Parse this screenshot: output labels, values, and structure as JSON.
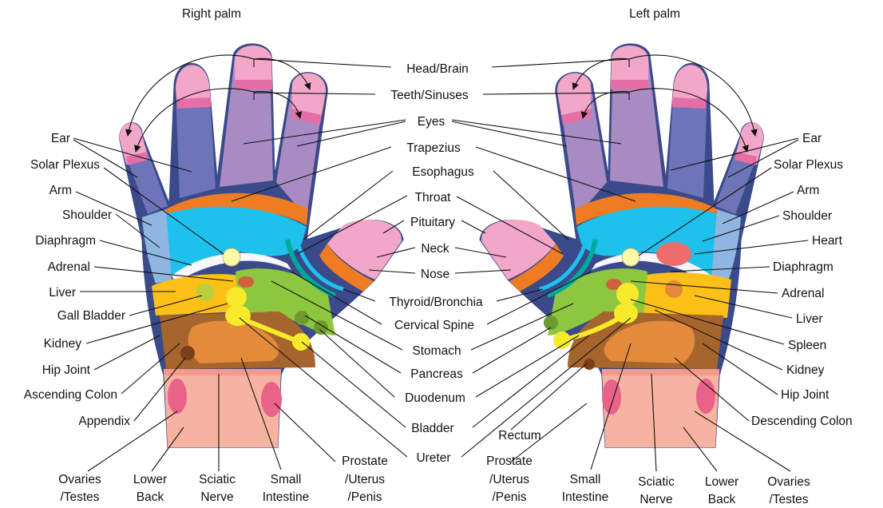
{
  "titles": {
    "right": "Right palm",
    "left": "Left palm"
  },
  "center": {
    "head_brain": "Head/Brain",
    "teeth_sinuses": "Teeth/Sinuses",
    "eyes": "Eyes",
    "trapezius": "Trapezius",
    "esophagus": "Esophagus",
    "throat": "Throat",
    "pituitary": "Pituitary",
    "neck": "Neck",
    "nose": "Nose",
    "thyroid": "Thyroid/Bronchia",
    "cervical": "Cervical Spine",
    "stomach": "Stomach",
    "pancreas": "Pancreas",
    "duodenum": "Duodenum",
    "bladder": "Bladder",
    "ureter": "Ureter",
    "rectum": "Rectum"
  },
  "right_side": {
    "ear": "Ear",
    "solar_plexus": "Solar Plexus",
    "arm": "Arm",
    "shoulder": "Shoulder",
    "diaphragm": "Diaphragm",
    "adrenal": "Adrenal",
    "liver": "Liver",
    "gall_bladder": "Gall Bladder",
    "kidney": "Kidney",
    "hip_joint": "Hip Joint",
    "ascending_colon": "Ascending Colon",
    "appendix": "Appendix"
  },
  "left_side": {
    "ear": "Ear",
    "solar_plexus": "Solar Plexus",
    "arm": "Arm",
    "shoulder": "Shoulder",
    "heart": "Heart",
    "diaphragm": "Diaphragm",
    "adrenal": "Adrenal",
    "liver": "Liver",
    "spleen": "Spleen",
    "kidney": "Kidney",
    "hip_joint": "Hip Joint",
    "descending_colon": "Descending Colon"
  },
  "bottom_right_palm": {
    "ovaries_1": "Ovaries",
    "ovaries_2": "/Testes",
    "lower_back_1": "Lower",
    "lower_back_2": "Back",
    "sciatic_1": "Sciatic",
    "sciatic_2": "Nerve",
    "small_int_1": "Small",
    "small_int_2": "Intestine",
    "prostate_1": "Prostate",
    "prostate_2": "/Uterus",
    "prostate_3": "/Penis"
  },
  "bottom_left_palm": {
    "prostate_1": "Prostate",
    "prostate_2": "/Uterus",
    "prostate_3": "/Penis",
    "small_int_1": "Small",
    "small_int_2": "Intestine",
    "sciatic_1": "Sciatic",
    "sciatic_2": "Nerve",
    "lower_back_1": "Lower",
    "lower_back_2": "Back",
    "ovaries_1": "Ovaries",
    "ovaries_2": "/Testes"
  },
  "colors": {
    "outline": "#3a4a8a",
    "finger_blue": "#6e74b8",
    "finger_purple": "#a98bc3",
    "fingertip": "#f2a6c8",
    "fingertip_band": "#e46fa6",
    "trapezius": "#ef7b22",
    "chest": "#1ec0ec",
    "arm": "#8fb6e0",
    "green": "#8dc63f",
    "liver": "#fcc017",
    "intestine": "#e38a3b",
    "colon": "#a6652d",
    "pelvis": "#f6b3a2",
    "solar_plexus": "#fbf8a6",
    "adrenal_yellow": "#f7ea2a",
    "heart": "#ef6c6c"
  }
}
